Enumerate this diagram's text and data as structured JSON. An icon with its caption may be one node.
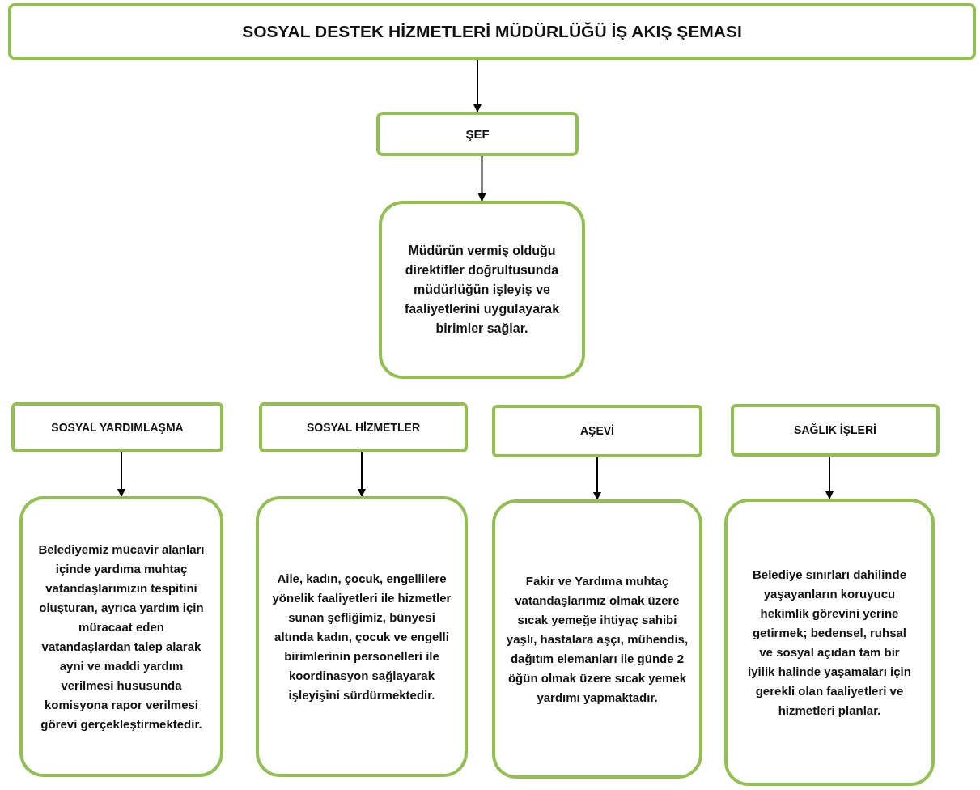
{
  "diagram": {
    "nodes": [
      {
        "text": [
          "SOSYAL DESTEK HİZMETLERİ MÜDÜRLÜĞÜ İŞ AKIŞ ŞEMASI"
        ]
      },
      {
        "text": [
          "ŞEF"
        ]
      },
      {
        "text": [
          "Müdürün vermiş olduğu direktifler doğrultusunda müdürlüğün işleyiş ve faaliyetlerini uygulayarak birimler sağlar."
        ]
      },
      {
        "text": [
          "SOSYAL YARDIMLAŞMA"
        ]
      },
      {
        "text": [
          "SOSYAL HİZMETLER"
        ]
      },
      {
        "text": [
          "AŞEVİ"
        ]
      },
      {
        "text": [
          "SAĞLIK İŞLERİ"
        ]
      },
      {
        "text": [
          "Belediyemiz mücavir alanları içinde yardıma muhtaç vatandaşlarımızın tespitini oluşturan, ayrıca yardım için müracaat eden vatandaşlardan talep alarak ayni ve maddi yardım verilmesi hususunda komisyona rapor verilmesi görevi gerçekleştirmektedir."
        ]
      },
      {
        "text": [
          "Aile, kadın, çocuk, engellilere yönelik faaliyetleri ile hizmetler sunan şefliğimiz, bünyesi altında kadın, çocuk ve engelli birimlerinin personelleri ile koordinasyon sağlayarak işleyişini sürdürmektedir."
        ]
      },
      {
        "text": [
          "Fakir ve Yardıma muhtaç vatandaşlarımız olmak üzere sıcak yemeğe ihtiyaç sahibi yaşlı, hastalara aşçı, mühendis, dağıtım elemanları ile günde 2 öğün olmak üzere sıcak yemek yardımı yapmaktadır."
        ]
      },
      {
        "text": [
          "Belediye sınırları dahilinde yaşayanların koruyucu hekimlik görevini yerine getirmek; bedensel, ruhsal ve sosyal açıdan tam bir iyilik halinde yaşamaları için gerekli olan faaliyetleri ve hizmetleri planlar."
        ]
      }
    ],
    "edges": [
      {
        "from": 0,
        "to": 1,
        "arrow": "to"
      },
      {
        "from": 1,
        "to": 2,
        "arrow": "to"
      },
      {
        "from": 3,
        "to": 7,
        "arrow": "to"
      },
      {
        "from": 4,
        "to": 8,
        "arrow": "to"
      },
      {
        "from": 5,
        "to": 9,
        "arrow": "to"
      },
      {
        "from": 6,
        "to": 10,
        "arrow": "to"
      }
    ]
  }
}
